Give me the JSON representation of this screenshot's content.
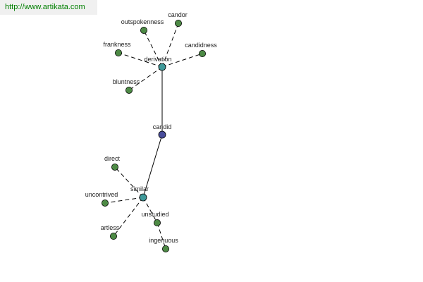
{
  "header": {
    "url": "http://www.artikata.com"
  },
  "colors": {
    "root": "#484c9a",
    "hub": "#3f9a9a",
    "leaf": "#4d8a45"
  },
  "nodes": [
    {
      "id": "candid",
      "label": "candid",
      "kind": "root"
    },
    {
      "id": "derivation",
      "label": "derivation",
      "kind": "hub"
    },
    {
      "id": "similar",
      "label": "similar",
      "kind": "hub"
    },
    {
      "id": "outspokenness",
      "label": "outspokenness",
      "kind": "leaf"
    },
    {
      "id": "candor",
      "label": "candor",
      "kind": "leaf"
    },
    {
      "id": "frankness",
      "label": "frankness",
      "kind": "leaf"
    },
    {
      "id": "candidness",
      "label": "candidness",
      "kind": "leaf"
    },
    {
      "id": "bluntness",
      "label": "bluntness",
      "kind": "leaf"
    },
    {
      "id": "direct",
      "label": "direct",
      "kind": "leaf"
    },
    {
      "id": "uncontrived",
      "label": "uncontrived",
      "kind": "leaf"
    },
    {
      "id": "unstudied",
      "label": "unstudied",
      "kind": "leaf"
    },
    {
      "id": "artless",
      "label": "artless",
      "kind": "leaf"
    },
    {
      "id": "ingenuous",
      "label": "ingenuous",
      "kind": "leaf"
    }
  ],
  "edges": [
    {
      "from": "candid",
      "to": "derivation",
      "style": "solid"
    },
    {
      "from": "candid",
      "to": "similar",
      "style": "solid"
    },
    {
      "from": "derivation",
      "to": "outspokenness",
      "style": "dashed"
    },
    {
      "from": "derivation",
      "to": "candor",
      "style": "dashed"
    },
    {
      "from": "derivation",
      "to": "frankness",
      "style": "dashed"
    },
    {
      "from": "derivation",
      "to": "candidness",
      "style": "dashed"
    },
    {
      "from": "derivation",
      "to": "bluntness",
      "style": "dashed"
    },
    {
      "from": "similar",
      "to": "direct",
      "style": "dashed"
    },
    {
      "from": "similar",
      "to": "uncontrived",
      "style": "dashed"
    },
    {
      "from": "similar",
      "to": "unstudied",
      "style": "dashed"
    },
    {
      "from": "similar",
      "to": "artless",
      "style": "dashed"
    },
    {
      "from": "unstudied",
      "to": "ingenuous",
      "style": "dashed"
    }
  ]
}
